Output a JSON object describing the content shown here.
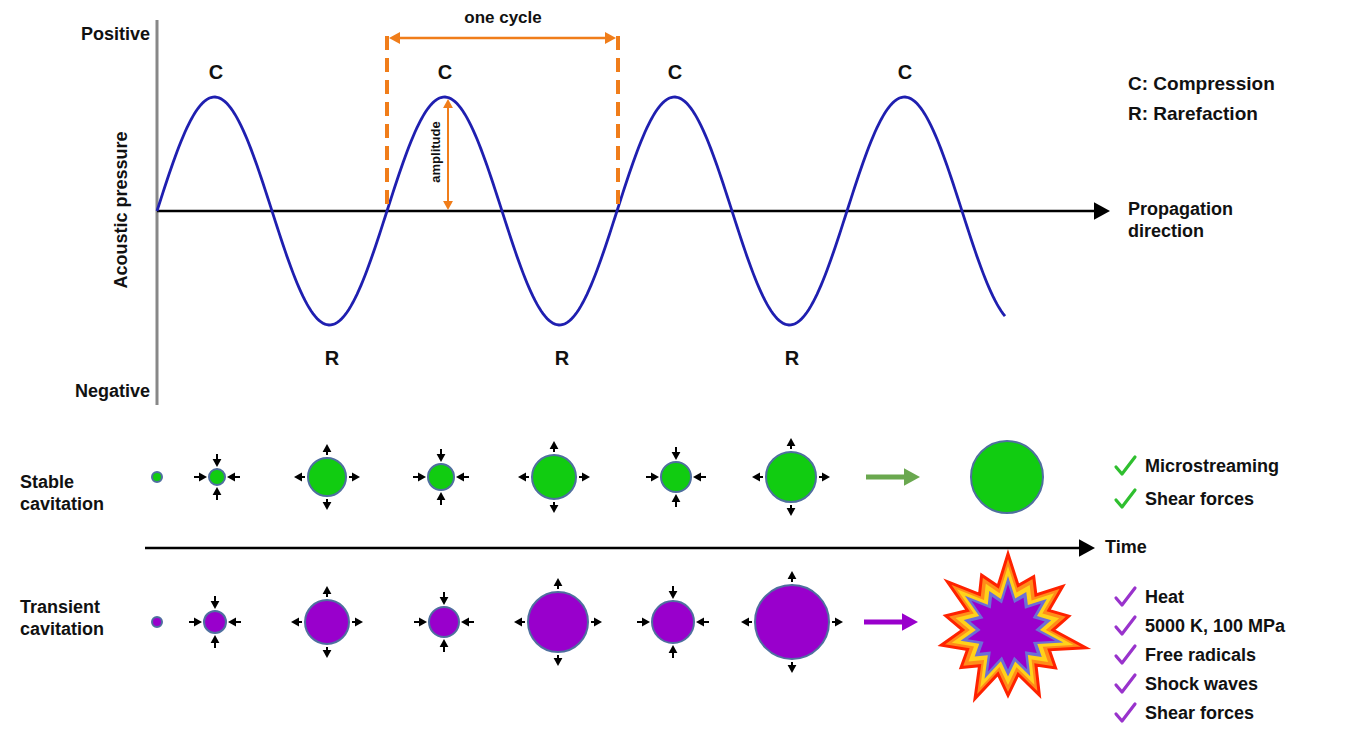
{
  "diagram": {
    "labels": [
      "Positive",
      "Negative",
      "Acoustic pressure",
      "one cycle",
      "amplitude",
      "C",
      "C",
      "C",
      "C",
      "R",
      "R",
      "R",
      "Propagation direction",
      "C: Compression",
      "R: Rarefaction",
      "Stable cavitation",
      "Time",
      "Transient cavitation",
      "Microstreaming",
      "Shear forces",
      "Heat",
      "5000 K, 100 MPa",
      "Free radicals",
      "Shock waves",
      "Shear forces"
    ]
  }
}
